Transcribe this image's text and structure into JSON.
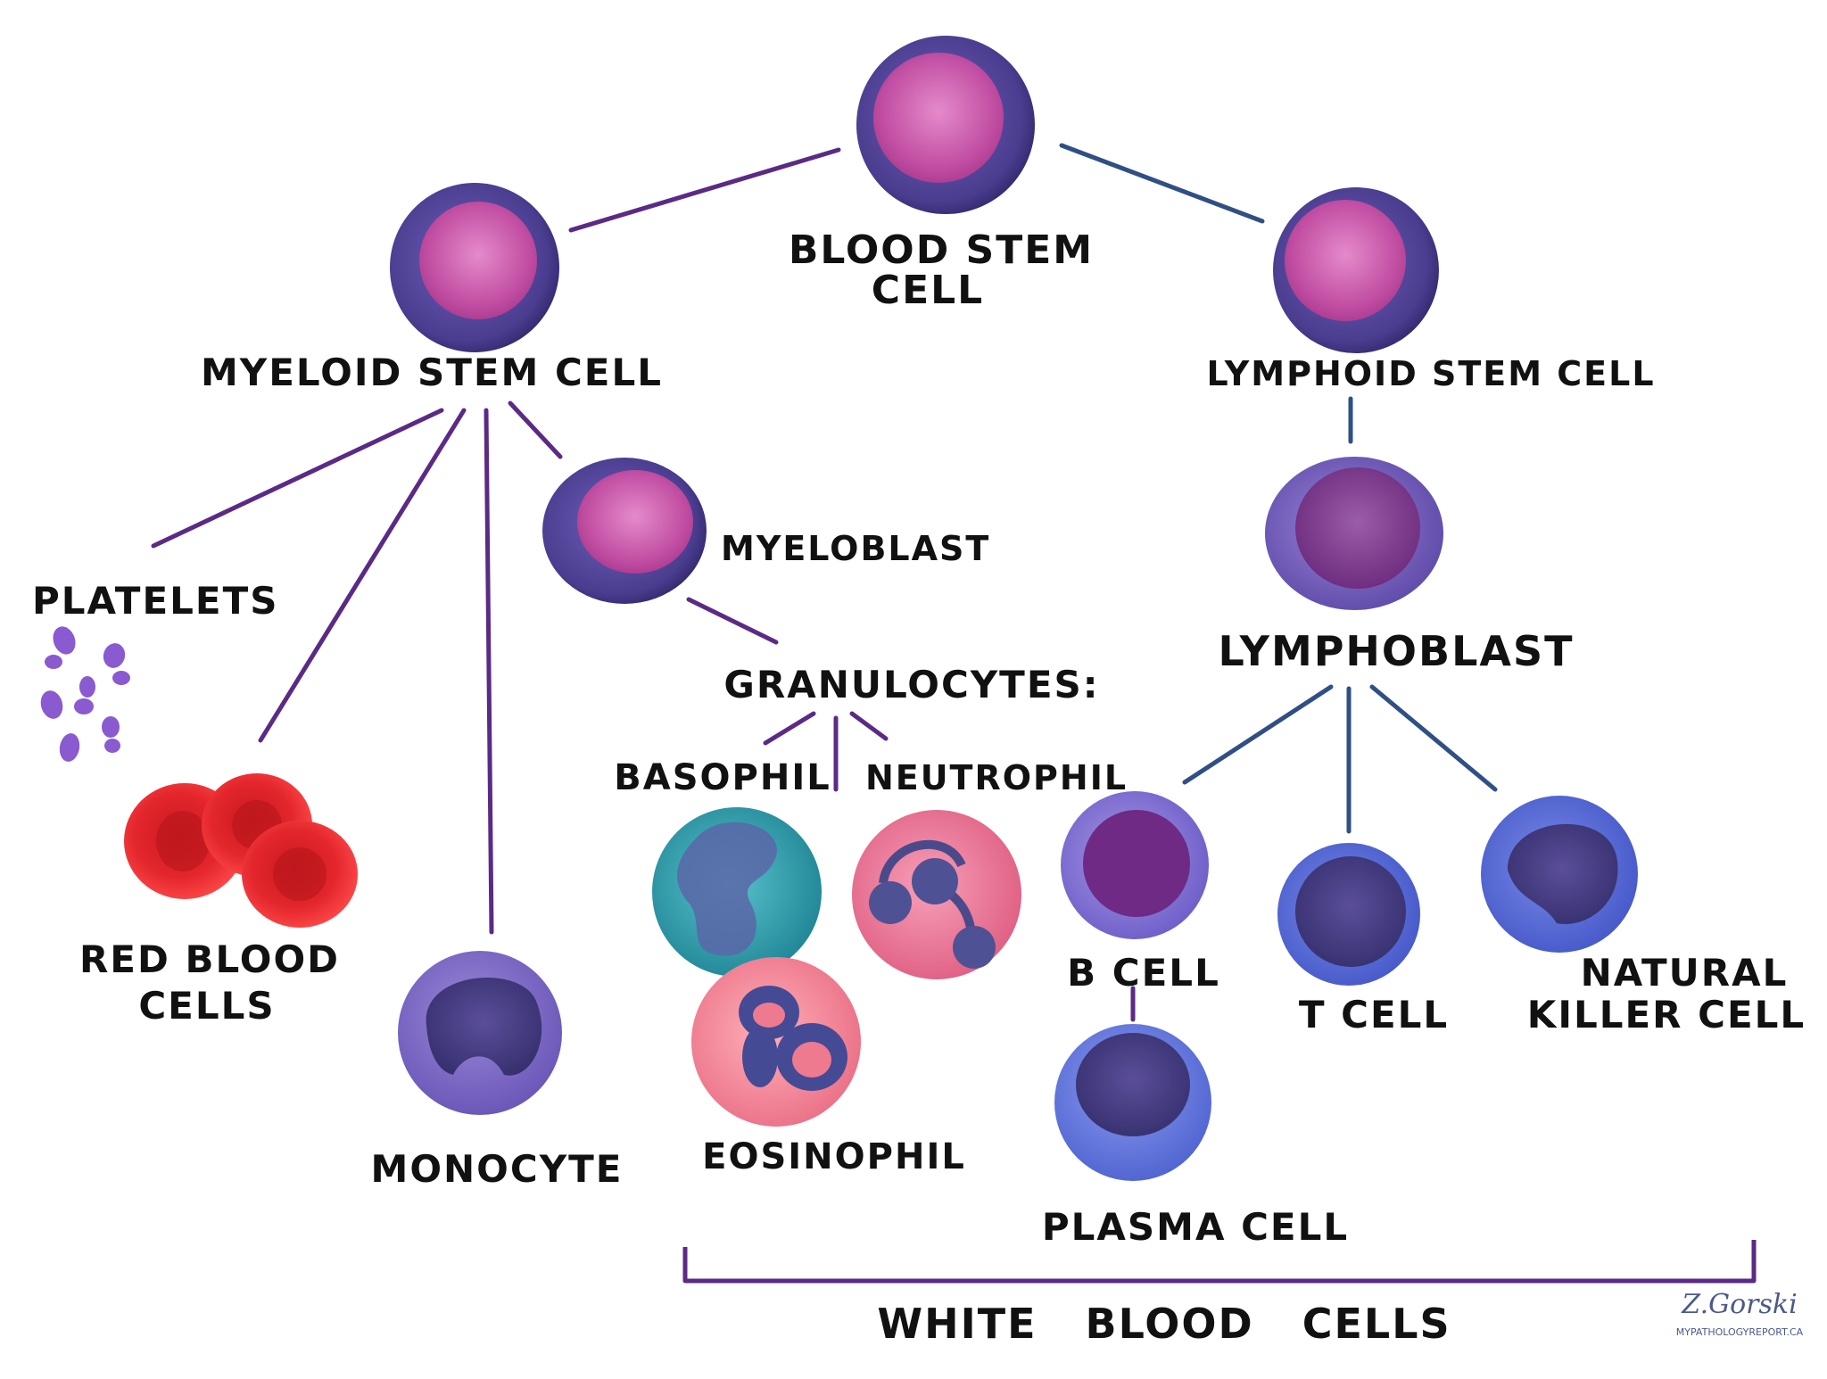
{
  "labels": {
    "blood_stem_cell": [
      "BLOOD STEM",
      "CELL"
    ],
    "myeloid_stem_cell": "MYELOID STEM CELL",
    "lymphoid_stem_cell": "LYMPHOID STEM CELL",
    "myeloblast": "MYELOBLAST",
    "lymphoblast": "LYMPHOBLAST",
    "platelets": "PLATELETS",
    "red_blood_cells": [
      "RED BLOOD",
      "CELLS"
    ],
    "monocyte": "MONOCYTE",
    "granulocytes": "GRANULOCYTES:",
    "basophil": "BASOPHIL",
    "neutrophil": "NEUTROPHIL",
    "eosinophil": "EOSINOPHIL",
    "b_cell": "B CELL",
    "t_cell": "T CELL",
    "natural_killer_cell": [
      "NATURAL",
      "KILLER CELL"
    ],
    "plasma_cell": "PLASMA CELL",
    "white_blood_cells": "WHITE   BLOOD   CELLS"
  },
  "signature": {
    "name": "Z.Gorski",
    "site": "MYPATHOLOGYREPORT.CA"
  },
  "colors": {
    "myeloid_line": "#5b2a86",
    "lymphoid_line": "#2f4f85",
    "stem_outer": "#4a3d8f",
    "stem_nucleus": "#c24fa3",
    "red_cell": "#e0242a",
    "basophil": "#2a9aa8",
    "neutrophil": "#e86a8c",
    "eosinophil": "#ee7a90",
    "lymph_cell": "#5a6ad0",
    "platelet": "#8a5ad0"
  }
}
